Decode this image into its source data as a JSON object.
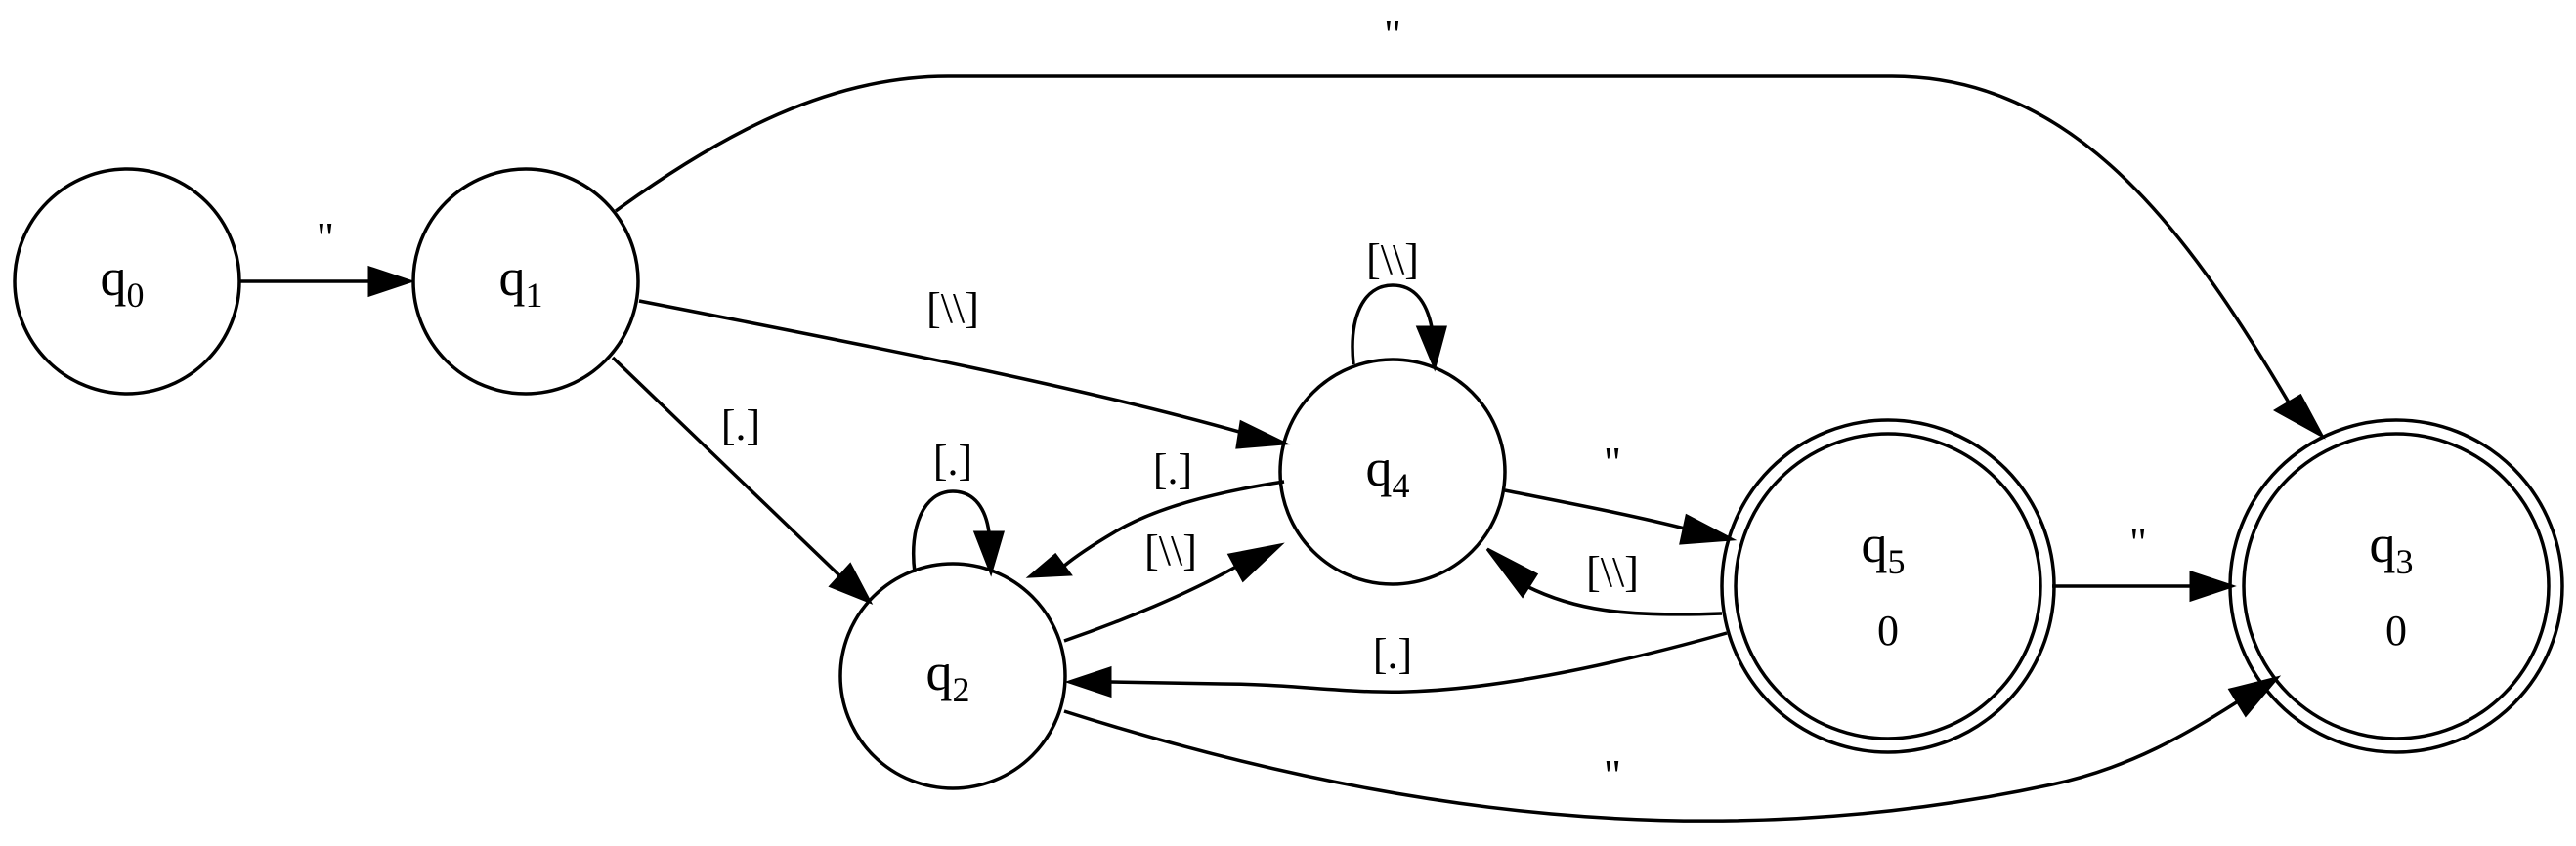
{
  "states": [
    {
      "id": "q0",
      "name": "q",
      "index": "0",
      "output": "",
      "accepting": false
    },
    {
      "id": "q1",
      "name": "q",
      "index": "1",
      "output": "",
      "accepting": false
    },
    {
      "id": "q2",
      "name": "q",
      "index": "2",
      "output": "",
      "accepting": false
    },
    {
      "id": "q4",
      "name": "q",
      "index": "4",
      "output": "",
      "accepting": false
    },
    {
      "id": "q5",
      "name": "q",
      "index": "5",
      "output": "0",
      "accepting": true
    },
    {
      "id": "q3",
      "name": "q",
      "index": "3",
      "output": "0",
      "accepting": true
    }
  ],
  "transitions": [
    {
      "id": "q0-q1",
      "from": "q0",
      "to": "q1",
      "label": "\""
    },
    {
      "id": "q1-q3",
      "from": "q1",
      "to": "q3",
      "label": "\""
    },
    {
      "id": "q1-q4",
      "from": "q1",
      "to": "q4",
      "label": "[\\\\]"
    },
    {
      "id": "q1-q2",
      "from": "q1",
      "to": "q2",
      "label": "[.]"
    },
    {
      "id": "q2-q2",
      "from": "q2",
      "to": "q2",
      "label": "[.]"
    },
    {
      "id": "q4-q4",
      "from": "q4",
      "to": "q4",
      "label": "[\\\\]"
    },
    {
      "id": "q4-q2",
      "from": "q4",
      "to": "q2",
      "label": "[.]"
    },
    {
      "id": "q2-q4",
      "from": "q2",
      "to": "q4",
      "label": "[\\\\]"
    },
    {
      "id": "q4-q5",
      "from": "q4",
      "to": "q5",
      "label": "\""
    },
    {
      "id": "q5-q4",
      "from": "q5",
      "to": "q4",
      "label": "[\\\\]"
    },
    {
      "id": "q5-q2",
      "from": "q5",
      "to": "q2",
      "label": "[.]"
    },
    {
      "id": "q5-q3",
      "from": "q5",
      "to": "q3",
      "label": "\""
    },
    {
      "id": "q2-q3",
      "from": "q2",
      "to": "q3",
      "label": "\""
    }
  ],
  "colors": {
    "stroke": "#000000",
    "background": "#ffffff"
  }
}
